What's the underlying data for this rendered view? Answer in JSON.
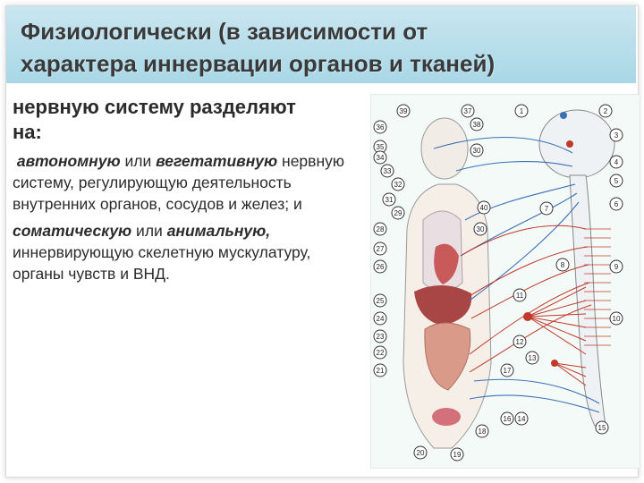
{
  "slide": {
    "title_line1": "Физиологически (в зависимости от",
    "title_line2": "характера иннервации органов и тканей)",
    "lead_line1": "нервную систему разделяют",
    "lead_line2": "на:",
    "p1": {
      "em1": "автономную",
      "mid": " или ",
      "em2": "вегетативную",
      "rest": " нервную систему, регулирующую деятельность внутренних органов, сосудов и желез; и"
    },
    "p2": {
      "em1": "соматическую",
      "mid": " или ",
      "em2": "анимальную,",
      "rest": " иннервирующую скелетную мускулатуру, органы чувств и ВНД."
    }
  },
  "figure": {
    "colors": {
      "sympathetic": "#c0392b",
      "parasympathetic": "#3b6fb6",
      "organ": "#c85a5a",
      "background": "#f4faf7"
    },
    "callouts_left": [
      "36",
      "35",
      "34",
      "33",
      "32",
      "31",
      "29",
      "28",
      "27",
      "26",
      "25",
      "24",
      "23",
      "22",
      "21",
      "20"
    ],
    "callouts_mid": [
      "39",
      "37",
      "38",
      "30",
      "40",
      "30",
      "17",
      "16",
      "14",
      "18",
      "19"
    ],
    "callouts_right": [
      "1",
      "2",
      "3",
      "4",
      "5",
      "6",
      "7",
      "8",
      "9",
      "10",
      "11",
      "12",
      "13",
      "15"
    ]
  }
}
